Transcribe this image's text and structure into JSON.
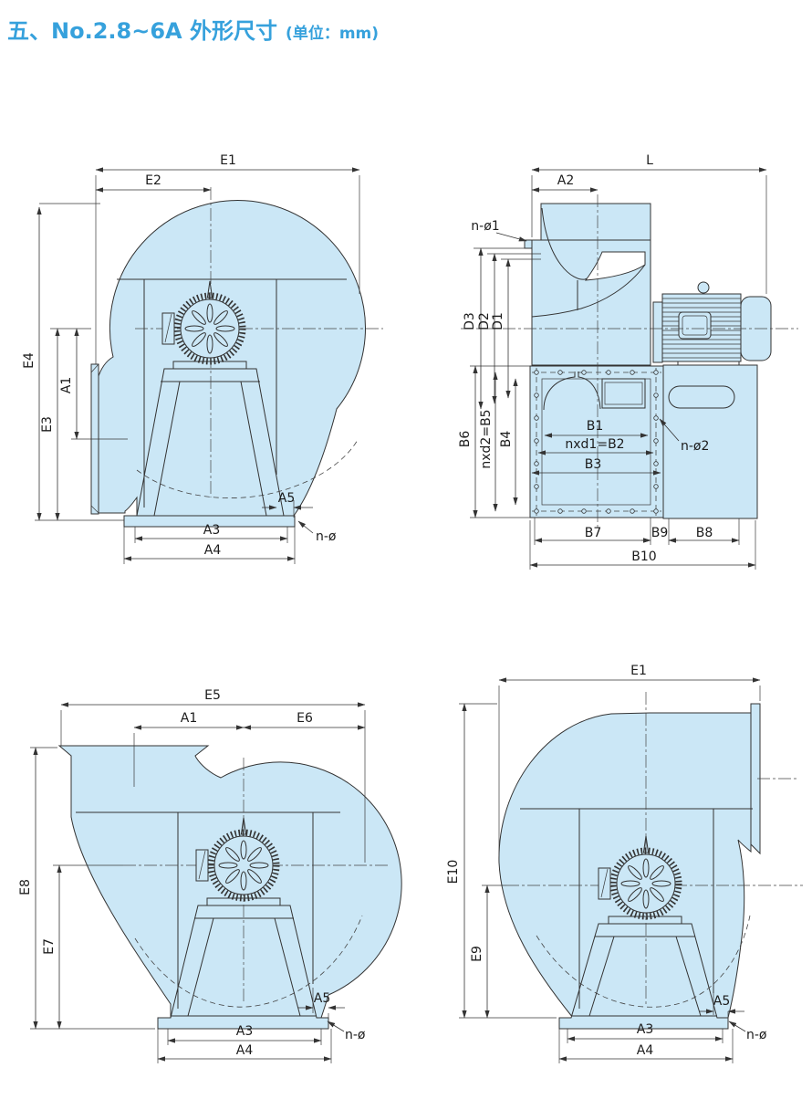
{
  "title": {
    "main": "五、No.2.8~6A 外形尺寸",
    "unit": "(单位：mm)"
  },
  "colors": {
    "title_blue": "#36a1dc",
    "fan_fill": "#cbe7f6",
    "line": "#333333"
  },
  "views": {
    "top_left": {
      "dims": {
        "E1": "E1",
        "E2": "E2",
        "E4": "E4",
        "E3": "E3",
        "A1": "A1",
        "A5": "A5",
        "A3": "A3",
        "A4": "A4",
        "n_phi": "n-ø"
      }
    },
    "top_right": {
      "dims": {
        "L": "L",
        "A2": "A2",
        "n_phi1": "n-ø1",
        "D3": "D3",
        "D2": "D2",
        "D1": "D1",
        "B6": "B6",
        "B5": "nxd2=B5",
        "B4": "B4",
        "B1": "B1",
        "B2": "nxd1=B2",
        "B3": "B3",
        "n_phi2": "n-ø2",
        "B7": "B7",
        "B9": "B9",
        "B8": "B8",
        "B10": "B10"
      }
    },
    "bottom_left": {
      "dims": {
        "E5": "E5",
        "A1": "A1",
        "E6": "E6",
        "E8": "E8",
        "E7": "E7",
        "A5": "A5",
        "A3": "A3",
        "A4": "A4",
        "n_phi": "n-ø"
      }
    },
    "bottom_right": {
      "dims": {
        "E1": "E1",
        "E10": "E10",
        "E9": "E9",
        "A5": "A5",
        "A3": "A3",
        "A4": "A4",
        "n_phi": "n-ø"
      }
    }
  }
}
